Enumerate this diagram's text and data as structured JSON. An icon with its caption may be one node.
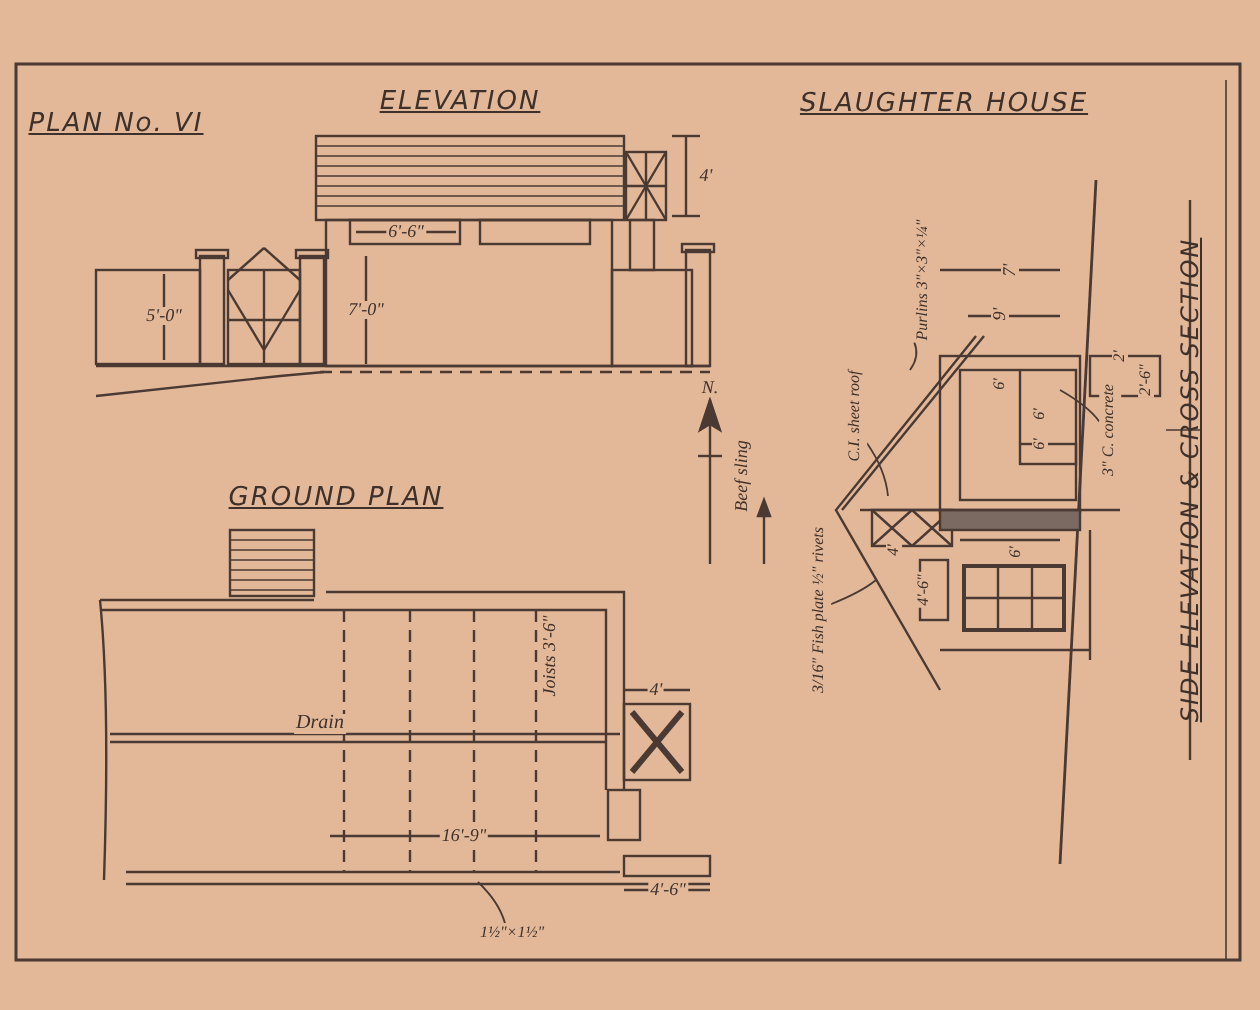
{
  "diagram": {
    "title": "SLAUGHTER HOUSE",
    "nodes": [
      {
        "text": [
          "C.I. sheet roof"
        ]
      },
      {
        "text": [
          "Purlins 3\"×3\"×¼\""
        ]
      },
      {
        "text": [
          "3\" C. concrete"
        ]
      },
      {
        "text": [
          "3/16\" Fish plate ½\" rivets"
        ]
      },
      {
        "text": [
          "1½\"×1½\""
        ]
      }
    ],
    "edges": [
      {
        "from": 0,
        "to": null,
        "arrow": "none"
      },
      {
        "from": 1,
        "to": null,
        "arrow": "none"
      },
      {
        "from": 2,
        "to": null,
        "arrow": "none"
      },
      {
        "from": 3,
        "to": null,
        "arrow": "none"
      },
      {
        "from": 4,
        "to": null,
        "arrow": "none"
      }
    ],
    "labels": [
      "PLAN No. VI",
      "ELEVATION",
      "4'",
      "6'-6\"",
      "5'-0\"",
      "7'-0\"",
      "N.",
      "Beef sling",
      "9'",
      "7'",
      "2'",
      "2'-6\"",
      "6'",
      "6'",
      "6'",
      "4'",
      "6'",
      "4'-6\"",
      "GROUND PLAN",
      "Drain",
      "Joists 3'-6\"",
      "16'-9\"",
      "4'",
      "4'-6\"",
      "SIDE ELEVATION & CROSS SECTION"
    ]
  }
}
